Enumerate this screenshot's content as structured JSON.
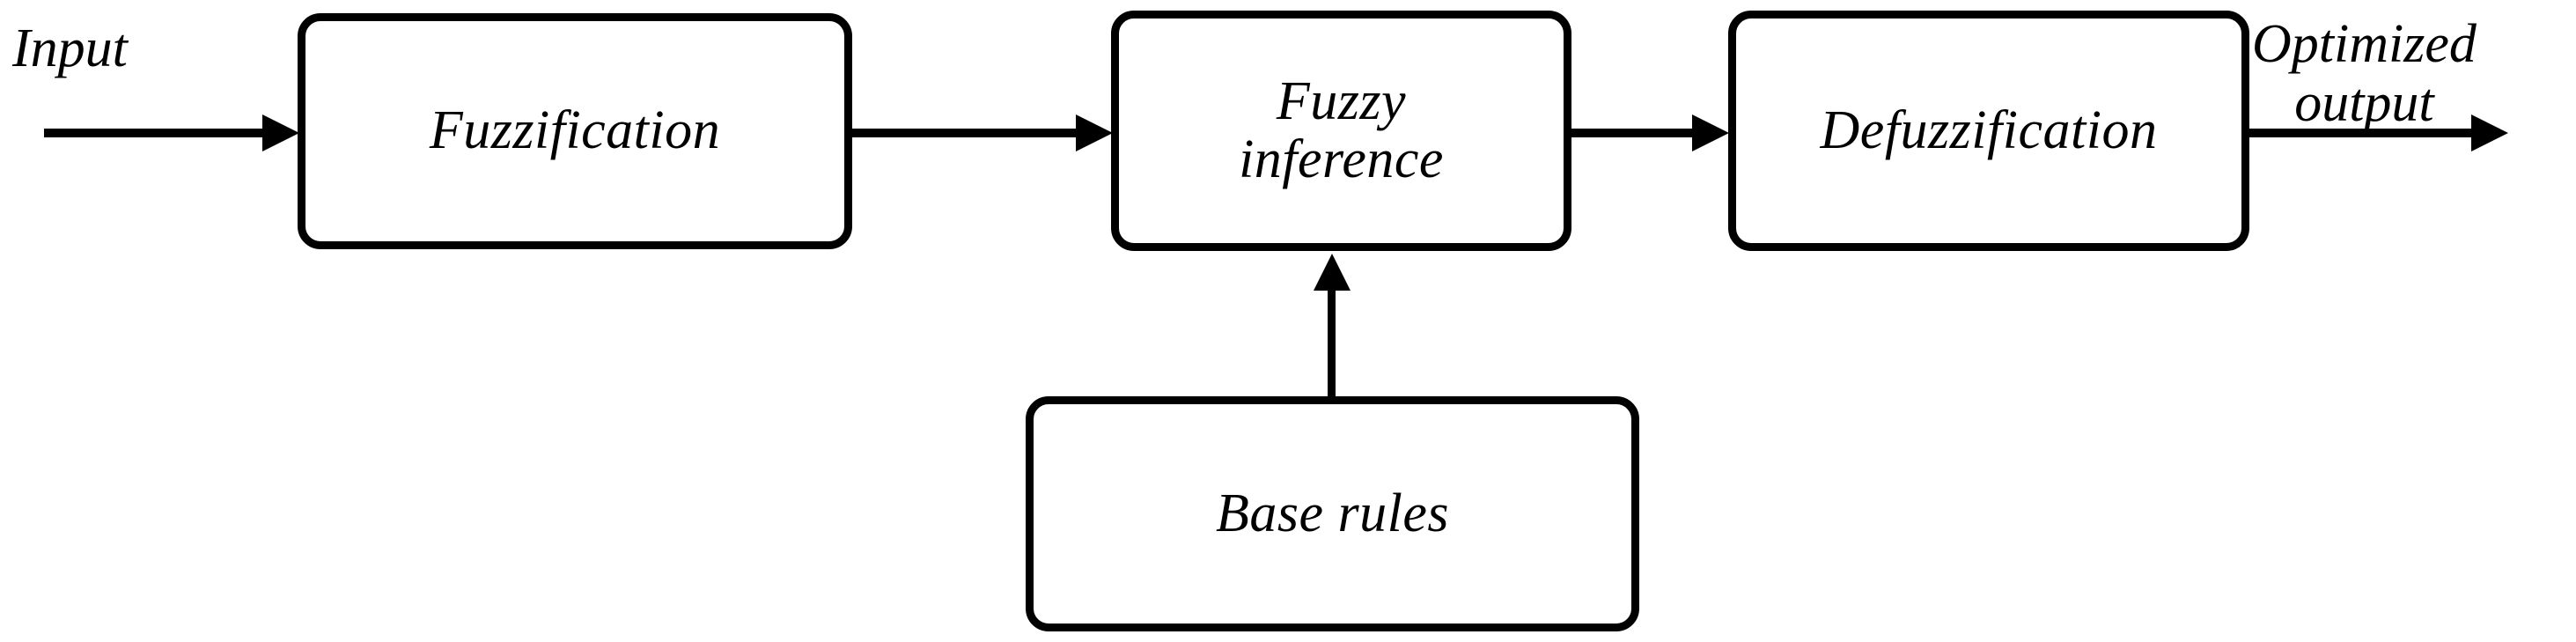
{
  "diagram": {
    "type": "block-flow-diagram",
    "title": "Fuzzy logic controller block diagram",
    "background_color": "#ffffff",
    "stroke_color": "#000000",
    "nodes": [
      {
        "id": "fuzzification",
        "label": "Fuzzification"
      },
      {
        "id": "fuzzy_inference",
        "label": "Fuzzy\ninference"
      },
      {
        "id": "defuzzification",
        "label": "Defuzzification"
      },
      {
        "id": "base_rules",
        "label": "Base rules"
      }
    ],
    "labels": {
      "input": "Input",
      "output": "Optimized\noutput"
    },
    "edges": [
      {
        "id": "input_to_fuzzification",
        "from": "Input",
        "to": "Fuzzification",
        "direction": "right"
      },
      {
        "id": "fuzzification_to_inference",
        "from": "Fuzzification",
        "to": "Fuzzy inference",
        "direction": "right"
      },
      {
        "id": "inference_to_defuzzification",
        "from": "Fuzzy inference",
        "to": "Defuzzification",
        "direction": "right"
      },
      {
        "id": "defuzzification_to_output",
        "from": "Defuzzification",
        "to": "Optimized output",
        "direction": "right"
      },
      {
        "id": "base_rules_to_inference",
        "from": "Base rules",
        "to": "Fuzzy inference",
        "direction": "up"
      }
    ]
  }
}
